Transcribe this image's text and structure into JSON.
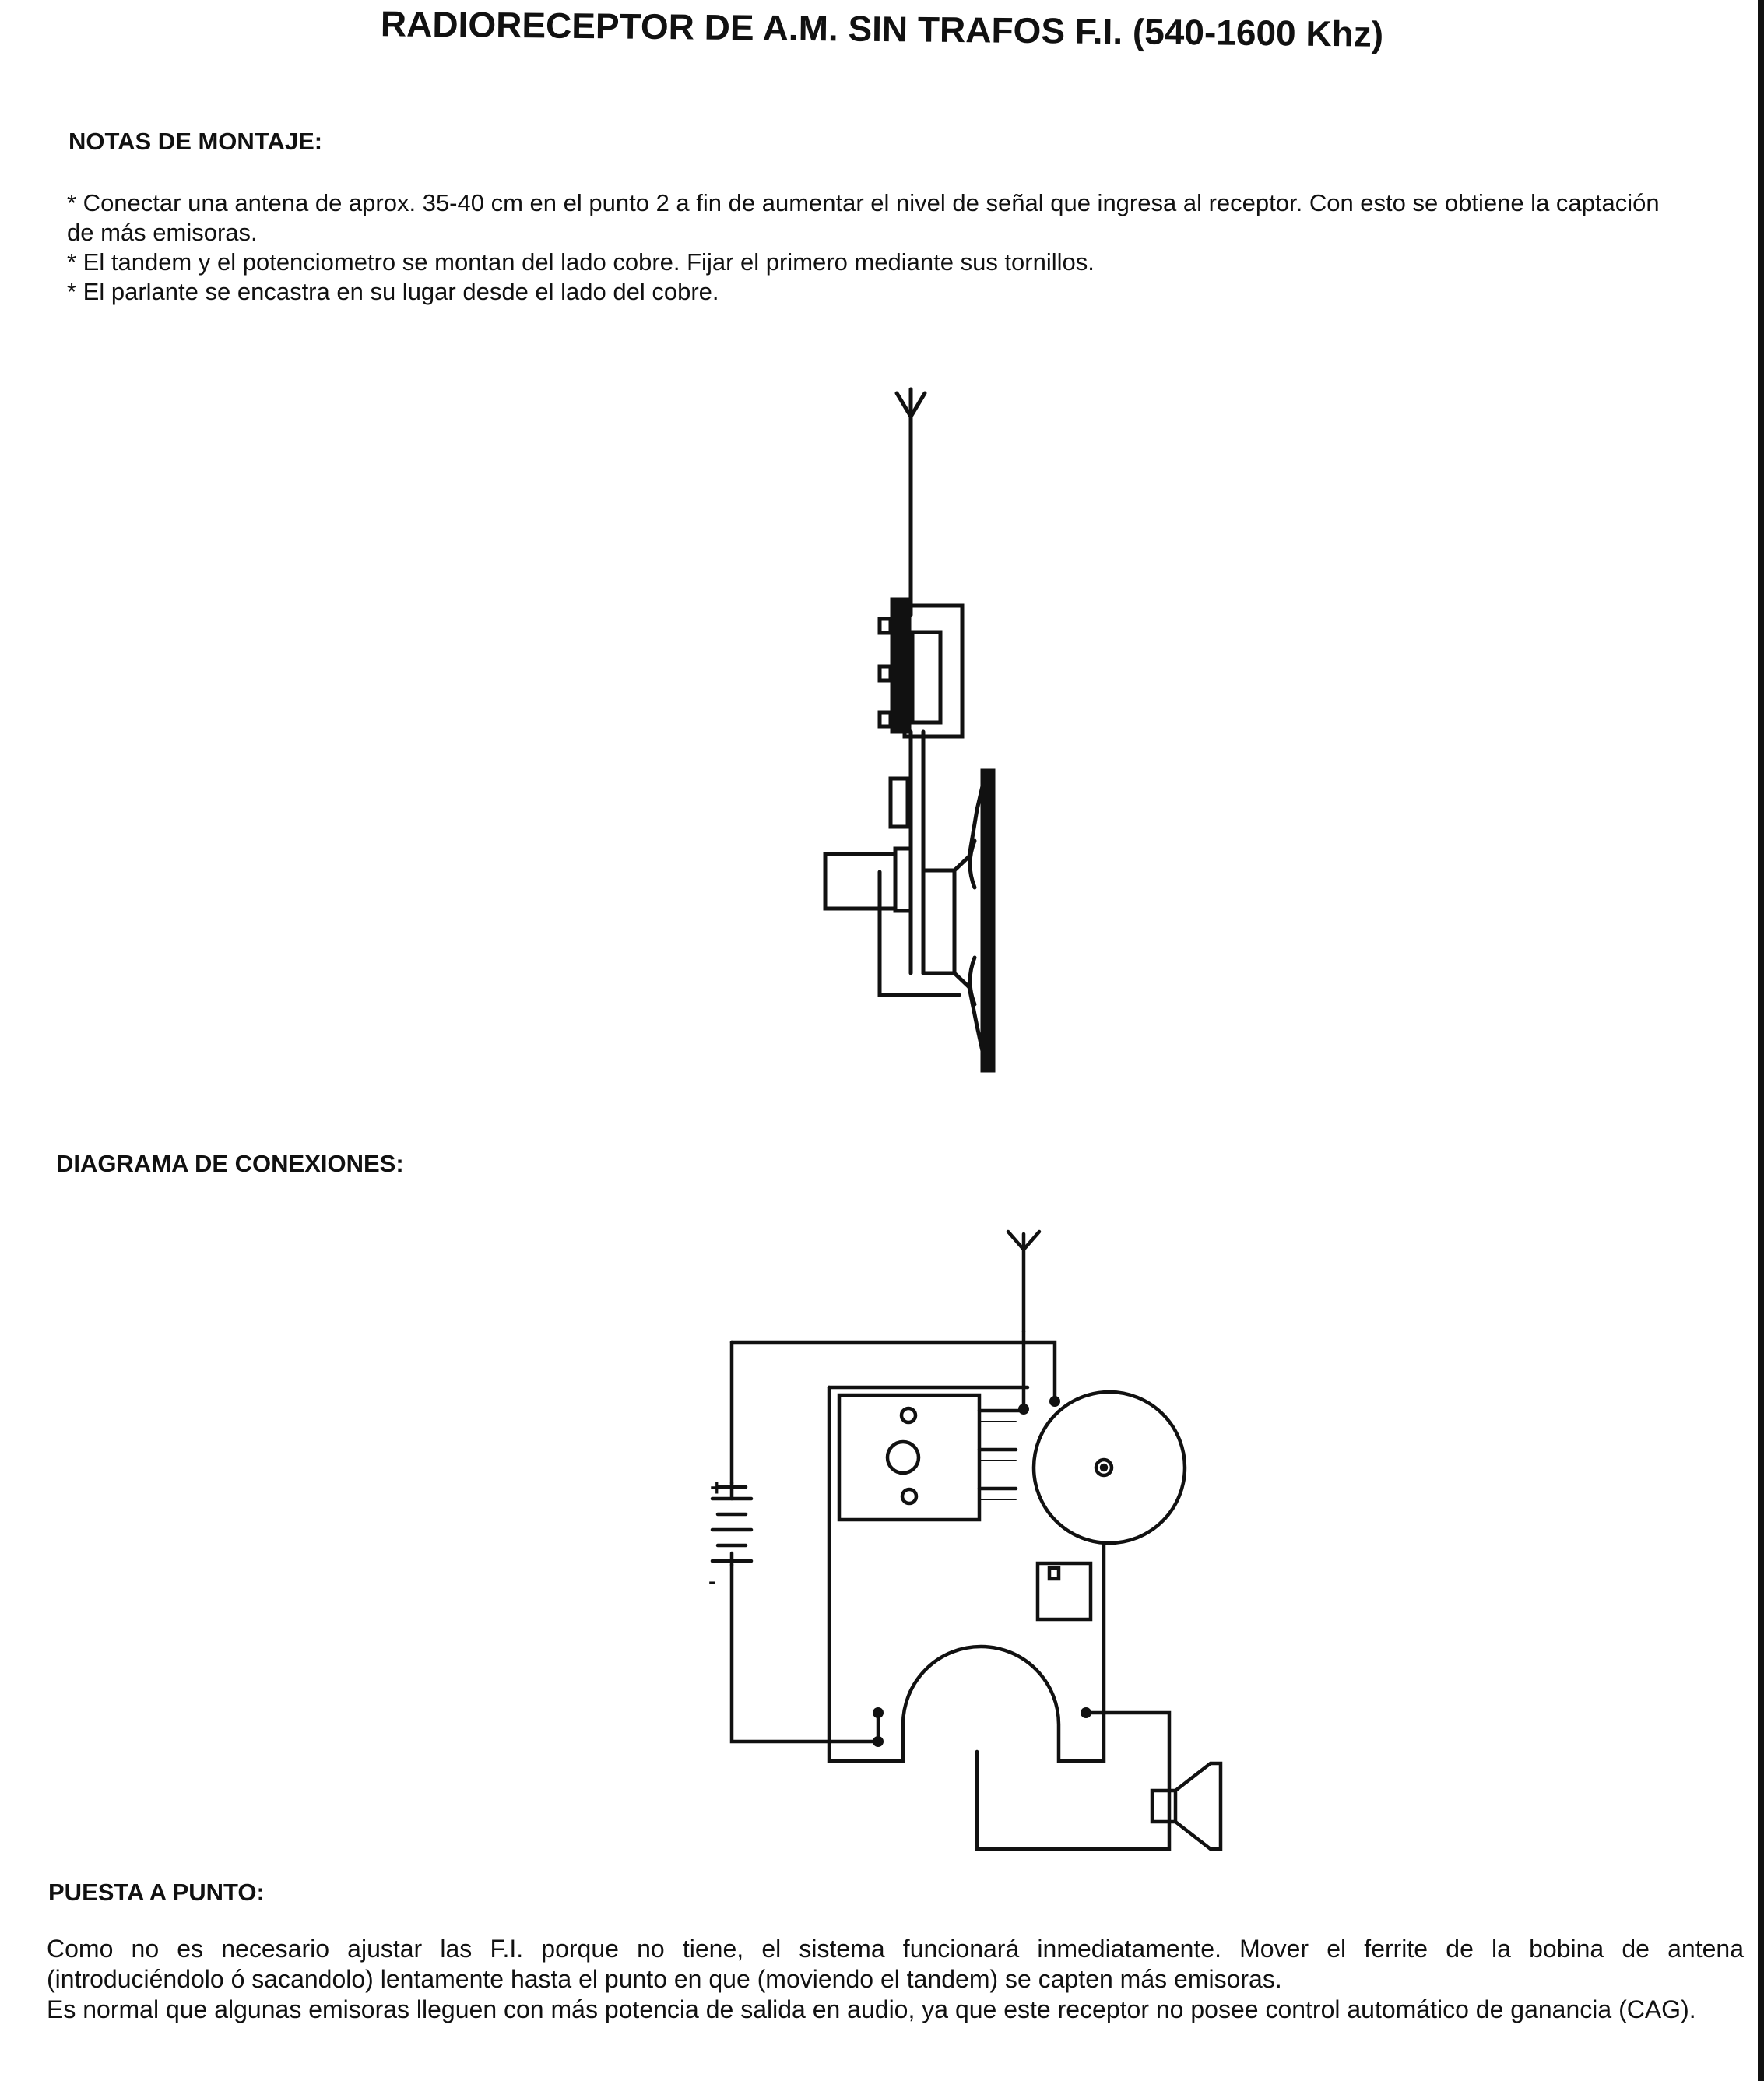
{
  "document": {
    "title": "RADIORECEPTOR DE A.M. SIN TRAFOS F.I. (540-1600 Khz)",
    "assembly_notes": {
      "heading": "NOTAS DE MONTAJE:",
      "lines": [
        "* Conectar una antena de aprox. 35-40 cm en el punto 2 a fin de aumentar el nivel de señal que ingresa al receptor. Con esto se obtiene la captación",
        "de más emisoras.",
        "* El tandem y el potenciometro se montan del lado cobre. Fijar el primero mediante sus tornillos.",
        "* El parlante se encastra en su lugar desde el lado del cobre."
      ]
    },
    "connections": {
      "heading": "DIAGRAMA DE CONEXIONES:",
      "battery_plus": "+",
      "battery_minus": "-"
    },
    "tuning": {
      "heading": "PUESTA A PUNTO:",
      "lines": [
        "Como no es necesario ajustar las F.I. porque no tiene, el sistema funcionará inmediatamente. Mover el ferrite de la bobina de antena",
        "(introduciéndolo ó sacandolo) lentamente hasta el punto en que (moviendo el tandem) se capten más emisoras.",
        "Es normal que algunas emisoras lleguen con más potencia de salida en audio, ya que este receptor no posee control automático de ganancia (CAG)."
      ]
    }
  }
}
